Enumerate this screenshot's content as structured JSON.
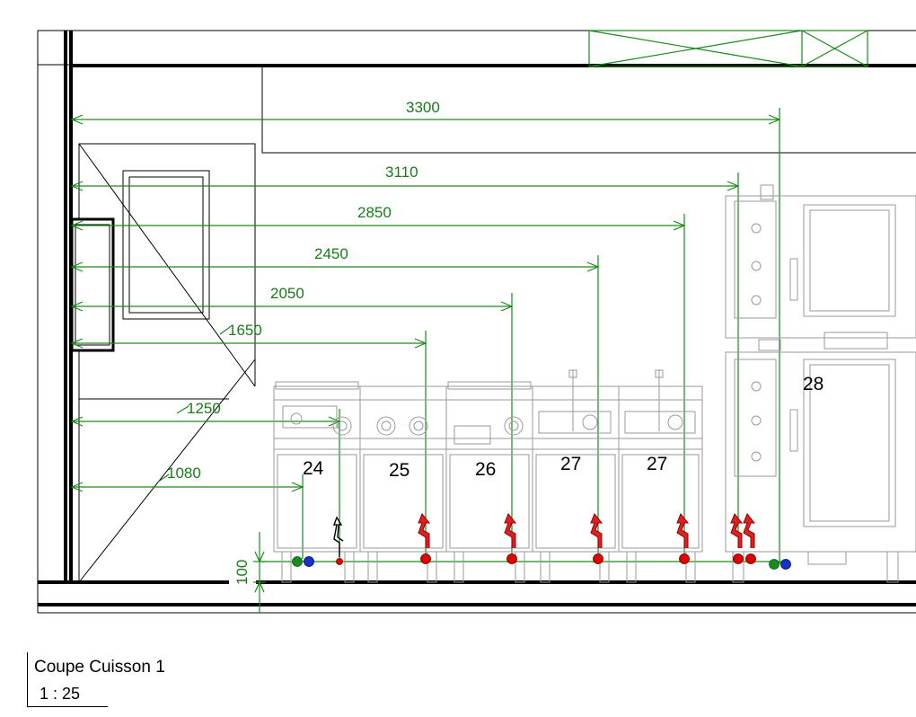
{
  "view": {
    "title": "Coupe Cuisson 1",
    "scale": "1 : 25"
  },
  "dimensions": {
    "d3300": "3300",
    "d3110": "3110",
    "d2850": "2850",
    "d2450": "2450",
    "d2050": "2050",
    "d1650": "1650",
    "d1250": "1250",
    "d1080": "1080",
    "height": "100"
  },
  "equipment": {
    "e24": "24",
    "e25": "25",
    "e26": "26",
    "e27a": "27",
    "e27b": "27",
    "e28": "28"
  },
  "colors": {
    "dimension": "#1a8a1a",
    "electric": "#e00000",
    "water_cold": "#1a8a1a",
    "water_hot": "#1a2fd0",
    "equipment_outline": "#9a9a9a"
  }
}
